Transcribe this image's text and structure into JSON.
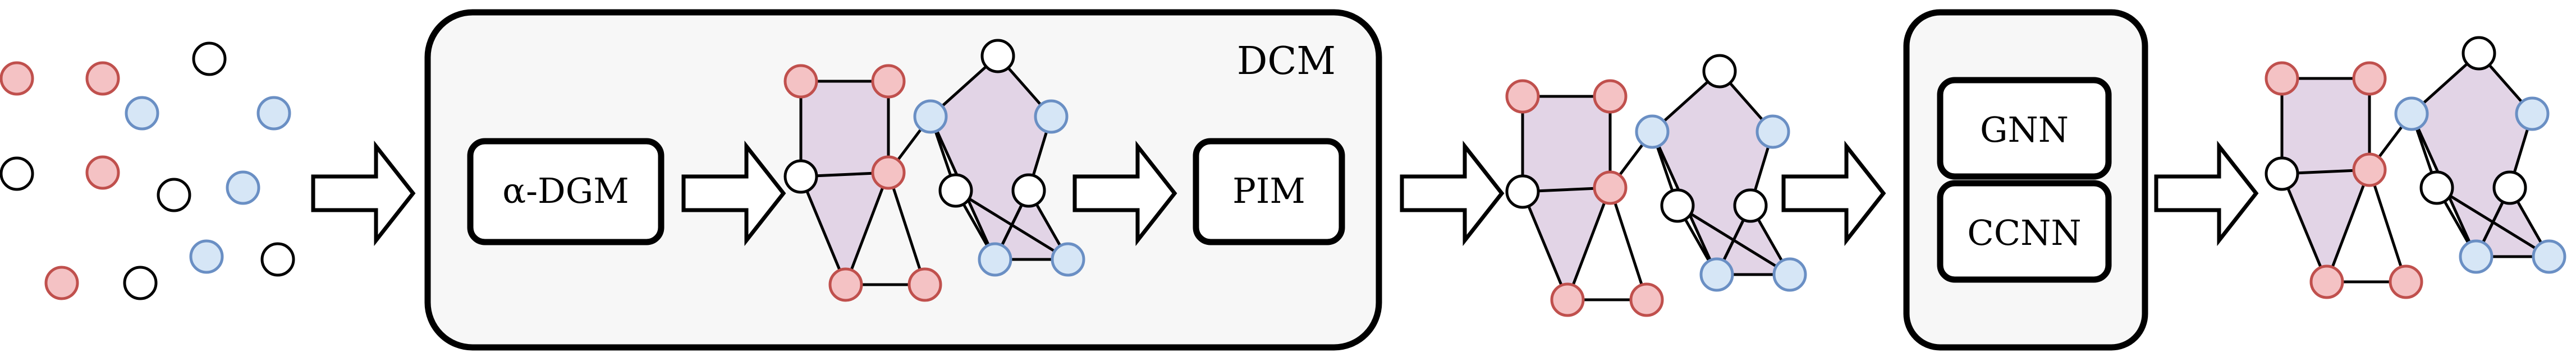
{
  "panels": {
    "dcm": {
      "title": "DCM"
    },
    "classifier": {}
  },
  "modules": {
    "dgm": "α-DGM",
    "pim": "PIM",
    "gnn": "GNN",
    "ccnn": "CCNN"
  },
  "colors": {
    "red_node_fill": "#f4c2c4",
    "red_node_stroke": "#c0504d",
    "blue_node_fill": "#d6e6f6",
    "blue_node_stroke": "#6a8fc4",
    "white_node_fill": "#ffffff",
    "node_stroke": "#000000",
    "cell_fill": "#e2d4e6",
    "panel_fill": "#f7f7f7"
  },
  "graph": {
    "node_classes": [
      "red",
      "red",
      "red",
      "red",
      "white",
      "red",
      "white",
      "blue",
      "blue",
      "blue",
      "white",
      "blue",
      "blue",
      "white"
    ],
    "edges": [
      [
        0,
        1
      ],
      [
        1,
        5
      ],
      [
        4,
        5
      ],
      [
        0,
        4
      ],
      [
        4,
        2
      ],
      [
        2,
        3
      ],
      [
        3,
        5
      ],
      [
        2,
        5
      ],
      [
        5,
        7
      ],
      [
        7,
        6
      ],
      [
        6,
        8
      ],
      [
        8,
        9
      ],
      [
        9,
        11
      ],
      [
        7,
        11
      ],
      [
        11,
        12
      ],
      [
        12,
        13
      ],
      [
        13,
        11
      ],
      [
        10,
        11
      ],
      [
        10,
        12
      ],
      [
        7,
        10
      ]
    ],
    "cells": [
      [
        0,
        1,
        5,
        4
      ],
      [
        4,
        5,
        2
      ],
      [
        7,
        6,
        8,
        9,
        11
      ],
      [
        11,
        12,
        13
      ]
    ]
  },
  "arrows": 5
}
